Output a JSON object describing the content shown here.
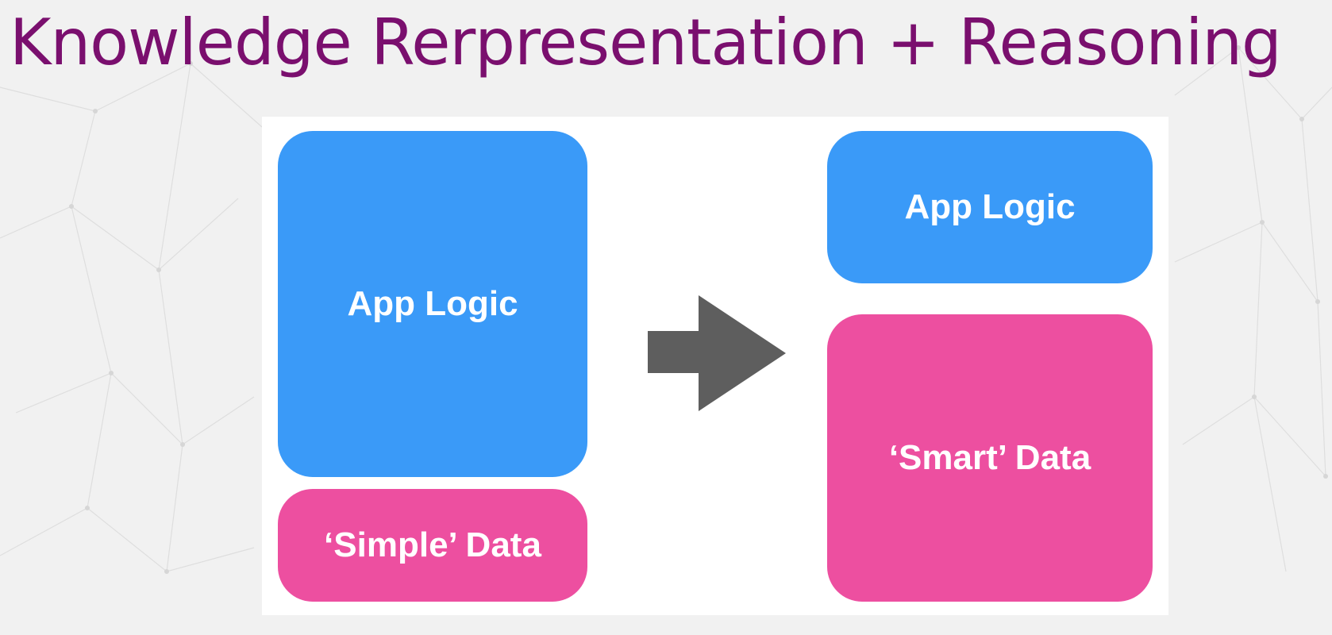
{
  "title": "Knowledge Rerpresentation + Reasoning",
  "diagram": {
    "before": {
      "app_logic": "App Logic",
      "data": "‘Simple’ Data"
    },
    "after": {
      "app_logic": "App Logic",
      "data": "‘Smart’ Data"
    }
  },
  "colors": {
    "title": "#7a0f6e",
    "app_logic": "#3a9af8",
    "data": "#ed4fa0",
    "arrow": "#5e5e5e",
    "panel": "#ffffff",
    "background": "#f1f1f1"
  },
  "icons": {
    "arrow": "arrow-right-icon"
  }
}
